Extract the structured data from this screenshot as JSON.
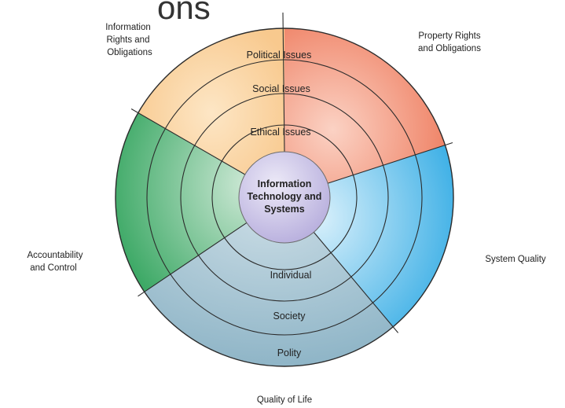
{
  "header": {
    "partial_text": "ons"
  },
  "center": {
    "lines": [
      "Information",
      "Technology and",
      "Systems"
    ]
  },
  "ring_labels_top": {
    "political": "Political Issues",
    "social": "Social Issues",
    "ethical": "Ethical Issues"
  },
  "ring_labels_bottom": {
    "individual": "Individual",
    "society": "Society",
    "polity": "Polity"
  },
  "dimensions": {
    "information_rights": [
      "Information",
      "Rights and",
      "Obligations"
    ],
    "property_rights": [
      "Property Rights",
      "and Obligations"
    ],
    "system_quality": "System Quality",
    "accountability": [
      "Accountability",
      "and Control"
    ],
    "quality_of_life": "Quality of Life"
  },
  "colors": {
    "info_rights": "#fbd7a6",
    "property_rights": "#f39b84",
    "system_quality": "#8fd1f2",
    "accountability": "#59b87d",
    "quality_of_life": "#a9c8d6",
    "center": "#cbc6e8"
  }
}
